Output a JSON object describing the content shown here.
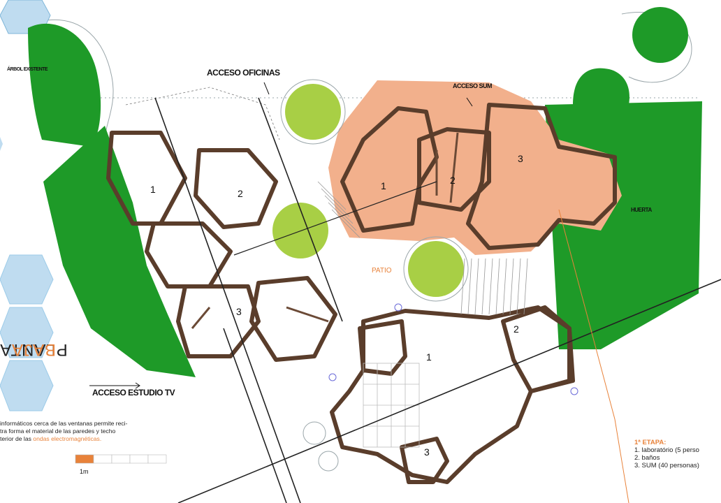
{
  "labels": {
    "arbol": "ÁRBOL EXISTENTE",
    "acceso_oficinas": "ACCESO OFICINAS",
    "acceso_sum": "ACCESO SUM",
    "acceso_estudio": "ACCESO ESTUDIO TV",
    "huerta": "HUERTA",
    "patio": "PATIO",
    "planta_word1": "PLANTA",
    "planta_word2": "BAJA",
    "scale_unit": "1m"
  },
  "room_numbers": [
    "1",
    "2",
    "1",
    "2",
    "3",
    "3",
    "2",
    "1",
    "3"
  ],
  "note": {
    "line1": "informáticos cerca de las ventanas permite reci-",
    "line2": "tra forma el material de las paredes y techo",
    "line3_a": "terior de las ",
    "line3_b": "ondas electromagnéticas."
  },
  "etapa": {
    "title": "1ª ETAPA:",
    "items": [
      "1. laboratório (5 perso",
      "2. baños",
      "3. SUM (40 personas)"
    ]
  },
  "colors": {
    "green_zone": "#1e9a28",
    "tree_light": "#a8cf45",
    "peach": "#f2b08c",
    "hex_blue": "#bfdcf0",
    "wall": "#5a3d2b",
    "accent_orange": "#e8823a"
  },
  "icons": [
    "hexagon-icon",
    "tree-icon",
    "north-arrow-icon"
  ]
}
